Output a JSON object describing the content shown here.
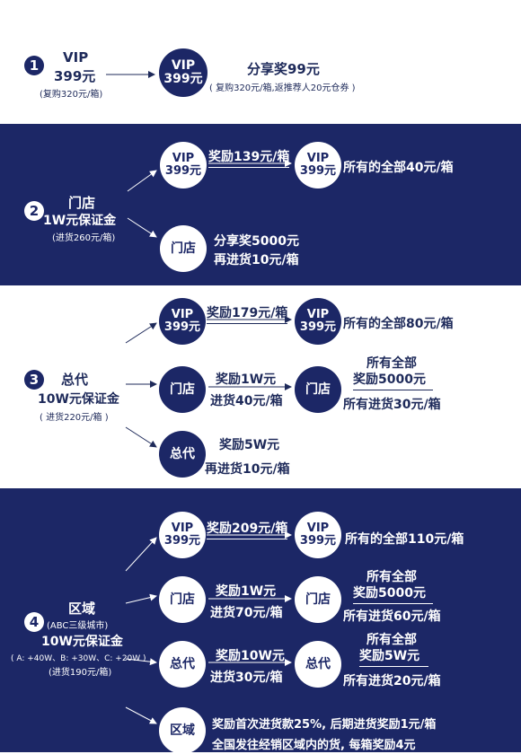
{
  "sections": [
    {
      "number": "1",
      "title": "VIP",
      "subtitle": "399元",
      "note": "(复购320元/箱)",
      "paths": [
        {
          "circle": [
            "VIP",
            "399元"
          ],
          "reward": "分享奖99元",
          "reward_note": "( 复购320元/箱,返推荐人20元仓券 )"
        }
      ]
    },
    {
      "number": "2",
      "title": "门店",
      "subtitle": "1W元保证金",
      "note": "(进货260元/箱)",
      "paths": [
        {
          "circle": [
            "VIP",
            "399元"
          ],
          "reward": "奖励139元/箱",
          "target": [
            "VIP",
            "399元"
          ],
          "result": "所有的全部40元/箱"
        },
        {
          "circle": [
            "门店"
          ],
          "reward": "分享奖5000元",
          "reward2": "再进货10元/箱"
        }
      ]
    },
    {
      "number": "3",
      "title": "总代",
      "subtitle": "10W元保证金",
      "note": "( 进货220元/箱 )",
      "paths": [
        {
          "circle": [
            "VIP",
            "399元"
          ],
          "reward": "奖励179元/箱",
          "target": [
            "VIP",
            "399元"
          ],
          "result": "所有的全部80元/箱"
        },
        {
          "circle": [
            "门店"
          ],
          "reward": "奖励1W元",
          "reward2": "进货40元/箱",
          "target": [
            "门店"
          ],
          "result_lines": [
            "所有全部",
            "奖励5000元",
            "所有进货30元/箱"
          ]
        },
        {
          "circle": [
            "总代"
          ],
          "reward": "奖励5W元",
          "reward2": "再进货10元/箱"
        }
      ]
    },
    {
      "number": "4",
      "title": "区域",
      "title_note": "(ABC三级城市)",
      "subtitle": "10W元保证金",
      "note": "( A: +40W、B: +30W、C: +20W )",
      "note2": "(进货190元/箱)",
      "paths": [
        {
          "circle": [
            "VIP",
            "399元"
          ],
          "reward": "奖励209元/箱",
          "target": [
            "VIP",
            "399元"
          ],
          "result": "所有的全部110元/箱"
        },
        {
          "circle": [
            "门店"
          ],
          "reward": "奖励1W元",
          "reward2": "进货70元/箱",
          "target": [
            "门店"
          ],
          "result_lines": [
            "所有全部",
            "奖励5000元",
            "所有进货60元/箱"
          ]
        },
        {
          "circle": [
            "总代"
          ],
          "reward": "奖励10W元",
          "reward2": "进货30元/箱",
          "target": [
            "总代"
          ],
          "result_lines": [
            "所有全部",
            "奖励5W元",
            "所有进货20元/箱"
          ]
        },
        {
          "circle": [
            "区域"
          ],
          "reward": "奖励首次进货款25%, 后期进货奖励1元/箱",
          "reward2": "全国发往经销区域内的货, 每箱奖励4元"
        }
      ]
    }
  ]
}
